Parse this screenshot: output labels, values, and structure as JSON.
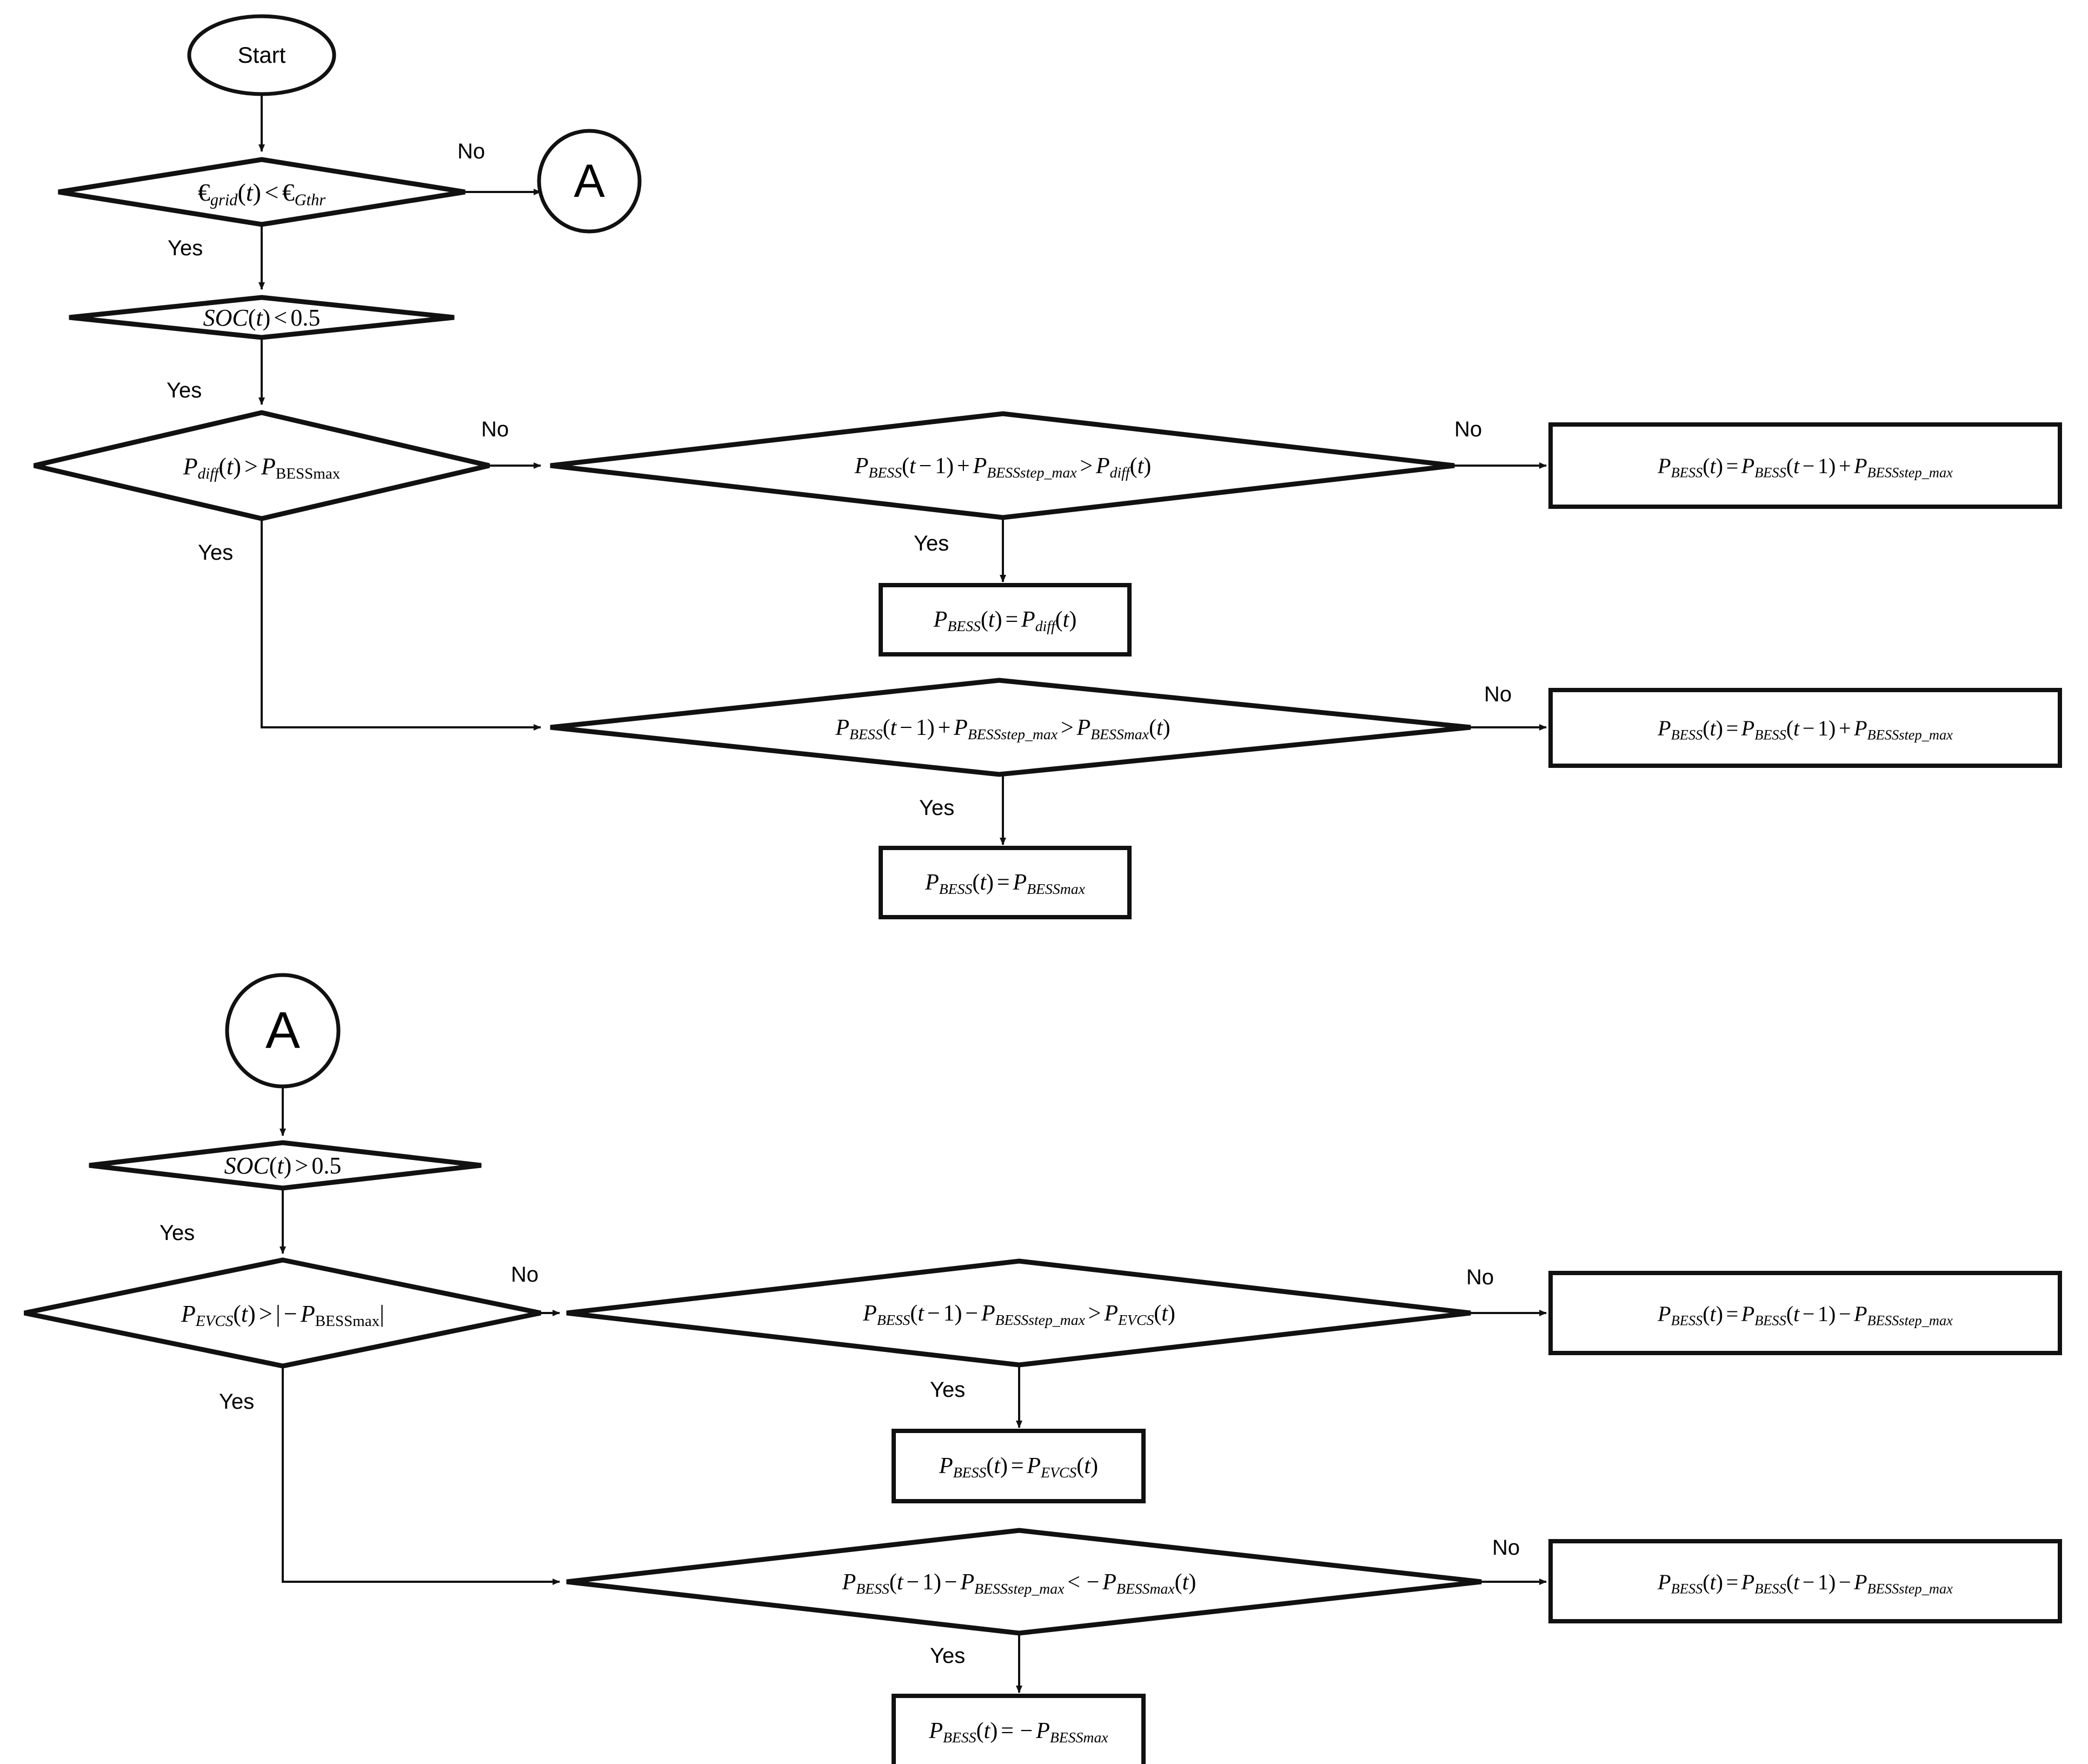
{
  "diagram": {
    "title": "BESS power dispatch control flowchart",
    "type": "flowchart",
    "background_color": "#ffffff",
    "line_color": "#000000",
    "text_color": "#000000"
  },
  "sections": [
    {
      "id": "section-1",
      "name": "charging-branch",
      "nodes": [
        {
          "id": "start",
          "shape": "terminator",
          "text": "Start"
        },
        {
          "id": "dec-price",
          "shape": "decision",
          "text": "€grid(t) < €Gthr"
        },
        {
          "id": "dec-soc-lt",
          "shape": "decision",
          "text": "SOC(t) < 0.5"
        },
        {
          "id": "conn-a-out",
          "shape": "connector",
          "text": "A"
        },
        {
          "id": "dec-pdiff",
          "shape": "decision",
          "text": "Pdiff(t) > PBESSmax"
        },
        {
          "id": "dec-step1",
          "shape": "decision",
          "text": "PBESS(t − 1) + PBESSstep_max > Pdiff(t)"
        },
        {
          "id": "box-pdiff",
          "shape": "process",
          "text": "PBESS(t) = Pdiff(t)"
        },
        {
          "id": "box-step1",
          "shape": "process",
          "text": "PBESS(t) = PBESS(t − 1) + PBESSstep_max"
        },
        {
          "id": "dec-step2",
          "shape": "decision",
          "text": "PBESS(t − 1) + PBESSstep_max > PBESSmax(t)"
        },
        {
          "id": "box-bessmax",
          "shape": "process",
          "text": "PBESS(t) = PBESSmax"
        },
        {
          "id": "box-step2",
          "shape": "process",
          "text": "PBESS(t) = PBESS(t − 1) + PBESSstep_max"
        }
      ],
      "edge_labels": [
        {
          "id": "e1-no",
          "text": "No",
          "from": "dec-price",
          "to": "conn-a-out"
        },
        {
          "id": "e1-yes",
          "text": "Yes",
          "from": "dec-price",
          "to": "dec-soc-lt"
        },
        {
          "id": "e2-yes",
          "text": "Yes",
          "from": "dec-soc-lt",
          "to": "dec-pdiff"
        },
        {
          "id": "e3-no",
          "text": "No",
          "from": "dec-pdiff",
          "to": "dec-step1"
        },
        {
          "id": "e3-yes",
          "text": "Yes",
          "from": "dec-pdiff",
          "to": "dec-step2"
        },
        {
          "id": "e4-no",
          "text": "No",
          "from": "dec-step1",
          "to": "box-step1"
        },
        {
          "id": "e4-yes",
          "text": "Yes",
          "from": "dec-step1",
          "to": "box-pdiff"
        },
        {
          "id": "e5-no",
          "text": "No",
          "from": "dec-step2",
          "to": "box-step2"
        },
        {
          "id": "e5-yes",
          "text": "Yes",
          "from": "dec-step2",
          "to": "box-bessmax"
        }
      ]
    },
    {
      "id": "section-2",
      "name": "discharging-branch",
      "nodes": [
        {
          "id": "conn-a-in",
          "shape": "connector",
          "text": "A"
        },
        {
          "id": "dec-soc-gt",
          "shape": "decision",
          "text": "SOC(t) > 0.5"
        },
        {
          "id": "dec-pevcs",
          "shape": "decision",
          "text": "PEVCS(t) > |−PBESSmax|"
        },
        {
          "id": "dec-step3",
          "shape": "decision",
          "text": "PBESS(t − 1) − PBESSstep_max > PEVCS(t)"
        },
        {
          "id": "box-pevcs",
          "shape": "process",
          "text": "PBESS(t) = PEVCS(t)"
        },
        {
          "id": "box-step3",
          "shape": "process",
          "text": "PBESS(t) = PBESS(t − 1) − PBESSstep_max"
        },
        {
          "id": "dec-step4",
          "shape": "decision",
          "text": "PBESS(t − 1) − PBESSstep_max < −PBESSmax(t)"
        },
        {
          "id": "box-negmax",
          "shape": "process",
          "text": "PBESS(t) = −PBESSmax"
        },
        {
          "id": "box-step4",
          "shape": "process",
          "text": "PBESS(t) = PBESS(t − 1) − PBESSstep_max"
        }
      ],
      "edge_labels": [
        {
          "id": "f1-yes",
          "text": "Yes",
          "from": "dec-soc-gt",
          "to": "dec-pevcs"
        },
        {
          "id": "f2-no",
          "text": "No",
          "from": "dec-pevcs",
          "to": "dec-step3"
        },
        {
          "id": "f2-yes",
          "text": "Yes",
          "from": "dec-pevcs",
          "to": "dec-step4"
        },
        {
          "id": "f3-no",
          "text": "No",
          "from": "dec-step3",
          "to": "box-step3"
        },
        {
          "id": "f3-yes",
          "text": "Yes",
          "from": "dec-step3",
          "to": "box-pevcs"
        },
        {
          "id": "f4-no",
          "text": "No",
          "from": "dec-step4",
          "to": "box-step4"
        },
        {
          "id": "f4-yes",
          "text": "Yes",
          "from": "dec-step4",
          "to": "box-negmax"
        }
      ]
    }
  ],
  "labels": {
    "start": "Start",
    "connector_a": "A",
    "yes": "Yes",
    "no": "No"
  }
}
